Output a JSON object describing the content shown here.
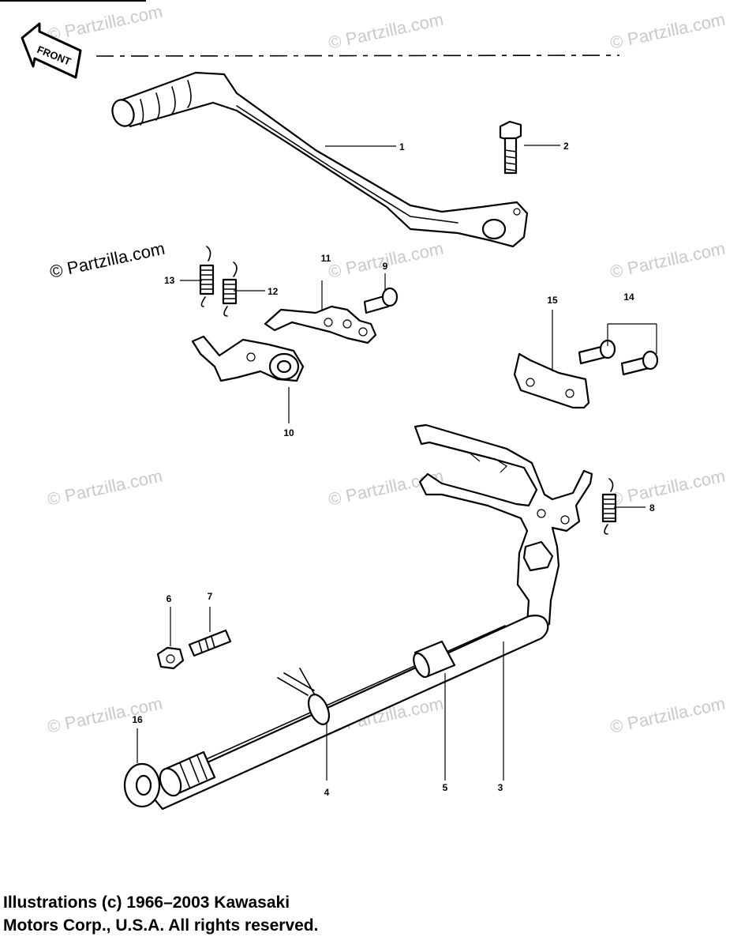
{
  "watermark": "© Partzilla.com",
  "direction_label": "FRONT",
  "callouts": {
    "c1": "1",
    "c2": "2",
    "c3": "3",
    "c4": "4",
    "c5": "5",
    "c6": "6",
    "c7": "7",
    "c8": "8",
    "c9": "9",
    "c10": "10",
    "c11": "11",
    "c12": "12",
    "c13": "13",
    "c14": "14",
    "c15": "15",
    "c16": "16"
  },
  "copyright": {
    "line1": "Illustrations (c) 1966–2003 Kawasaki",
    "line2": "Motors Corp., U.S.A.  All rights reserved."
  }
}
